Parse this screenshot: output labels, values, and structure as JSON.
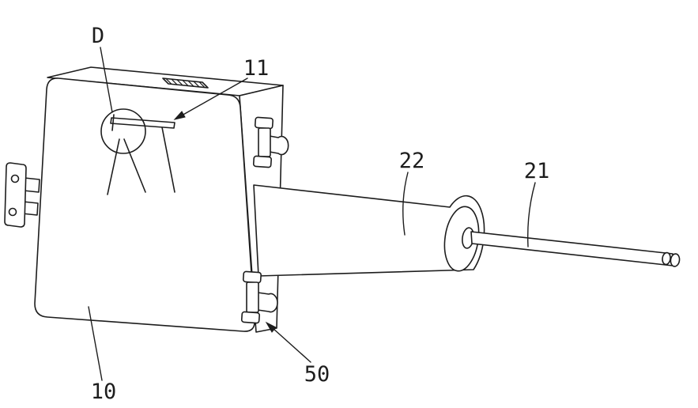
{
  "figure": {
    "background": "#ffffff",
    "line_color": "#1d1d1d",
    "labels": {
      "detail": "D",
      "slot": "11",
      "cylinder": "22",
      "rod": "21",
      "bracket": "50",
      "housing": "10"
    }
  }
}
